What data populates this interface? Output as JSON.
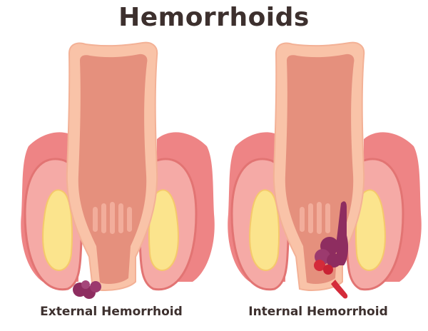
{
  "title": "Hemorrhoids",
  "diagrams": [
    {
      "label": "External Hemorrhoid"
    },
    {
      "label": "Internal Hemorrhoid"
    }
  ],
  "colors": {
    "text": "#3d302e",
    "canal_outer": "#f9c3a8",
    "canal_inner": "#e5907d",
    "tissue": "#ef8a88",
    "tissue_light": "#f7b3ae",
    "fat": "#fbe48d",
    "hemorrhoid": "#8e2d60",
    "blood": "#d42b3a"
  }
}
